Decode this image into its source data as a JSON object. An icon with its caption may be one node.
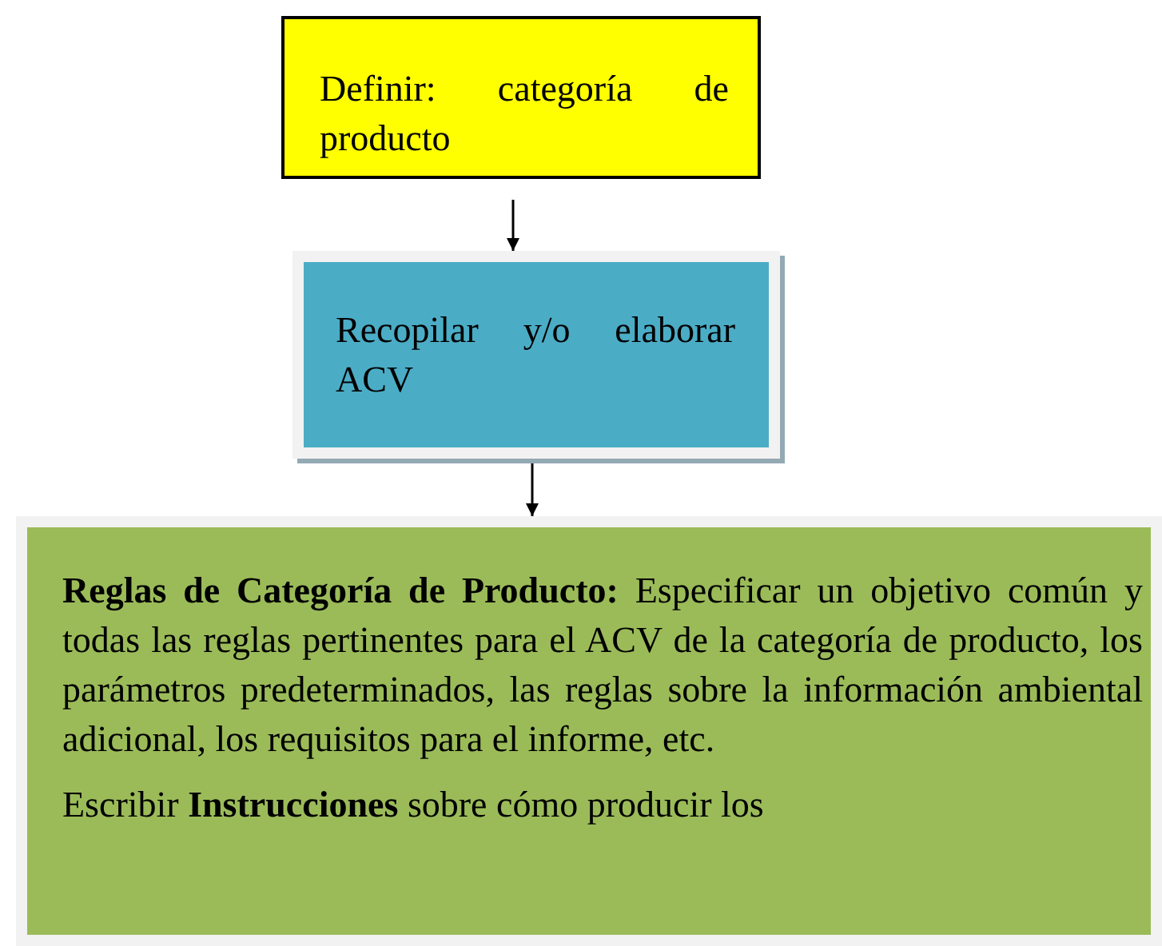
{
  "diagram": {
    "nodes": [
      {
        "text": [
          "Definir: categoría de producto"
        ]
      },
      {
        "text": [
          "Recopilar y/o elaborar ACV"
        ]
      },
      {
        "text": [
          "**Reglas de Categoría de Producto:** Especificar un objetivo común y todas las reglas pertinentes para el ACV de la categoría de producto, los parámetros predeterminados, las reglas sobre la información ambiental adicional, los requisitos para el informe, etc.",
          "Escribir **Instrucciones** sobre cómo producir los"
        ]
      }
    ],
    "edges": [
      {
        "from": 0,
        "to": 1,
        "arrow": "to"
      },
      {
        "from": 1,
        "to": 2,
        "arrow": "to"
      }
    ]
  }
}
